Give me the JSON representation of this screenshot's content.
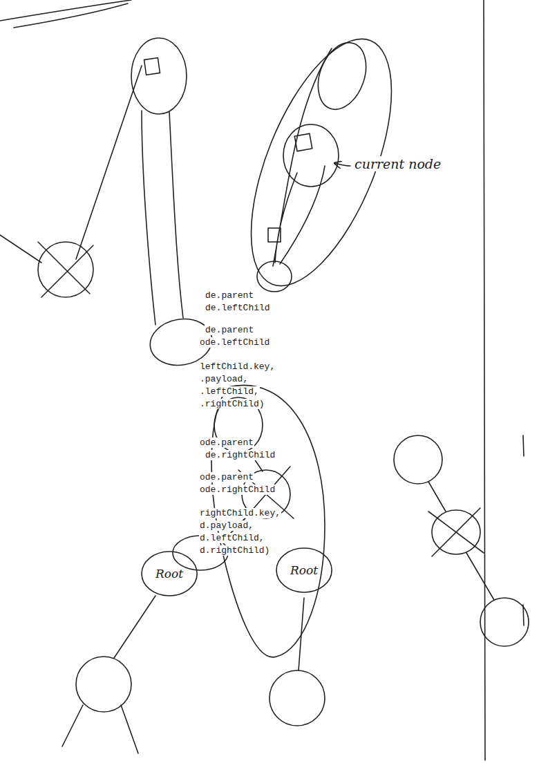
{
  "diagram": {
    "nodes": [
      {
        "text": [
          "Root"
        ]
      },
      {
        "text": [
          "Root"
        ]
      }
    ],
    "labels": [
      "current node",
      "de.parent",
      "de.leftChild",
      "de.parent",
      "ode.leftChild",
      "leftChild.key,",
      ".payload,",
      ".leftChild,",
      ".rightChild)",
      "ode.parent",
      "de.rightChild",
      "ode.parent",
      "ode.rightChild",
      "rightChild.key,",
      "d.payload,",
      "d.leftChild,",
      "d.rightChild)"
    ]
  }
}
